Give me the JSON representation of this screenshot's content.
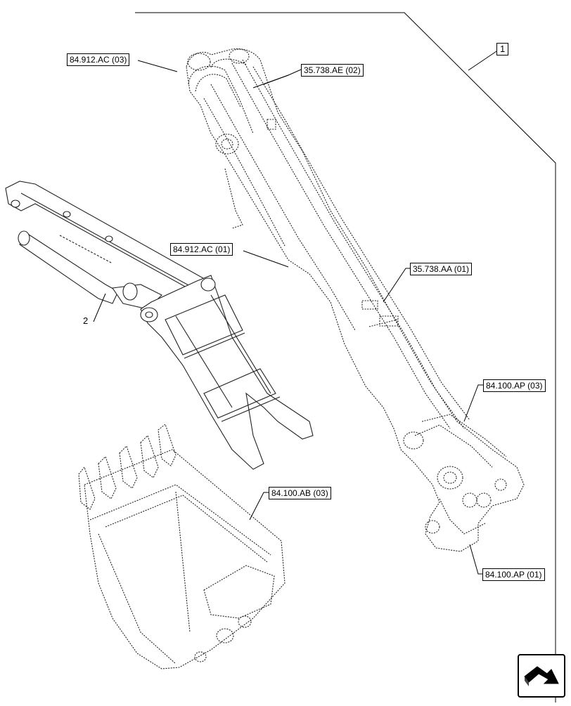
{
  "diagram": {
    "callouts": [
      {
        "id": "c1",
        "label": "84.912.AC (03)"
      },
      {
        "id": "c2",
        "label": "35.738.AE (02)"
      },
      {
        "id": "c3",
        "label": "84.912.AC (01)"
      },
      {
        "id": "c4",
        "label": "35.738.AA (01)"
      },
      {
        "id": "c5",
        "label": "84.100.AP (03)"
      },
      {
        "id": "c6",
        "label": "84.100.AB (03)"
      },
      {
        "id": "c7",
        "label": "84.100.AP (01)"
      }
    ],
    "item_numbers": {
      "boom": "1",
      "cylinder": "2"
    },
    "icons": {
      "nav": "next-page-arrow-icon"
    }
  }
}
